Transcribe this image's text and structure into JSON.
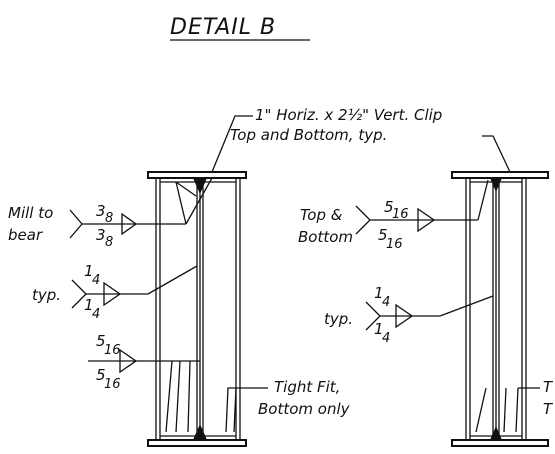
{
  "title": "DETAIL B",
  "clip_note": {
    "line1": "1\" Horiz. x 2½\" Vert. Clip",
    "line2": "Top and Bottom, typ."
  },
  "left_detail": {
    "weld_top": {
      "label_line1": "Mill to",
      "label_line2": "bear",
      "size_top": "3",
      "size_top_sub": "8",
      "size_bot": "3",
      "size_bot_sub": "8"
    },
    "weld_mid": {
      "label": "typ.",
      "size_top": "1",
      "size_top_sub": "4",
      "size_bot": "1",
      "size_bot_sub": "4"
    },
    "weld_low": {
      "size_top": "5",
      "size_top_sub": "16",
      "size_bot": "5",
      "size_bot_sub": "16"
    },
    "fit_note": {
      "line1": "Tight Fit,",
      "line2": "Bottom only"
    }
  },
  "right_detail": {
    "weld_top": {
      "label_line1": "Top &",
      "label_line2": "Bottom",
      "size_top": "5",
      "size_top_sub": "16",
      "size_bot": "5",
      "size_bot_sub": "16"
    },
    "weld_mid": {
      "label": "typ.",
      "size_top": "1",
      "size_top_sub": "4",
      "size_bot": "1",
      "size_bot_sub": "4"
    },
    "fit_note": {
      "line1": "T",
      "line2": "T"
    }
  }
}
